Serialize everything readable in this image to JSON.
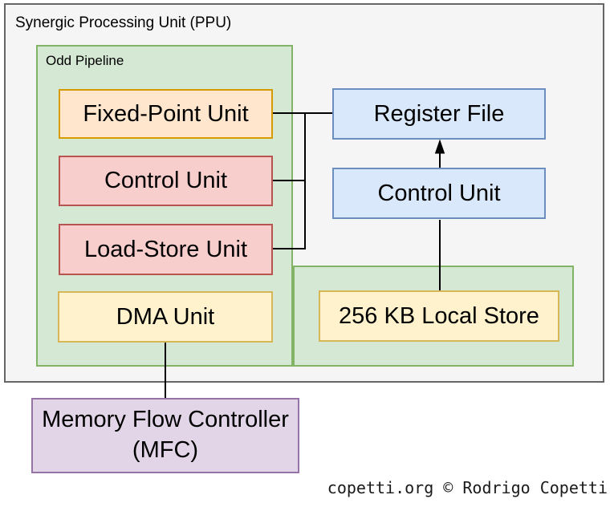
{
  "diagram": {
    "title": "Synergic Processing Unit (PPU)",
    "groups": {
      "odd_pipeline": {
        "label": "Odd Pipeline"
      }
    },
    "nodes": {
      "fixed_point": {
        "label": "Fixed-Point Unit"
      },
      "control_pink": {
        "label": "Control Unit"
      },
      "load_store": {
        "label": "Load-Store Unit"
      },
      "dma": {
        "label": "DMA Unit"
      },
      "register_file": {
        "label": "Register File"
      },
      "control_blue": {
        "label": "Control Unit"
      },
      "local_store": {
        "label": "256 KB Local Store"
      },
      "mfc": {
        "line1": "Memory Flow Controller",
        "line2": "(MFC)"
      }
    },
    "edges": [
      {
        "from": "Fixed-Point Unit",
        "to": "Register File",
        "arrow": false
      },
      {
        "from": "Control Unit (Odd Pipeline)",
        "to": "Register File",
        "arrow": false
      },
      {
        "from": "Load-Store Unit",
        "to": "Register File",
        "arrow": false
      },
      {
        "from": "Control Unit",
        "to": "Register File",
        "arrow": true
      },
      {
        "from": "256 KB Local Store",
        "to": "Control Unit",
        "arrow": false
      },
      {
        "from": "DMA Unit",
        "to": "Memory Flow Controller (MFC)",
        "arrow": false
      }
    ],
    "colors": {
      "container_fill": "#f5f5f5",
      "container_border": "#666666",
      "group_fill": "#d5e8d4",
      "group_border": "#82b366",
      "orange_fill": "#ffe6cc",
      "orange_border": "#d79b00",
      "red_fill": "#f8cecc",
      "red_border": "#b85450",
      "yellow_fill": "#fff2cc",
      "yellow_border": "#d6b656",
      "blue_fill": "#dae8fc",
      "blue_border": "#6c8ebf",
      "purple_fill": "#e1d5e7",
      "purple_border": "#9673a6",
      "edge": "#000000"
    }
  },
  "watermark": "copetti.org © Rodrigo Copetti"
}
